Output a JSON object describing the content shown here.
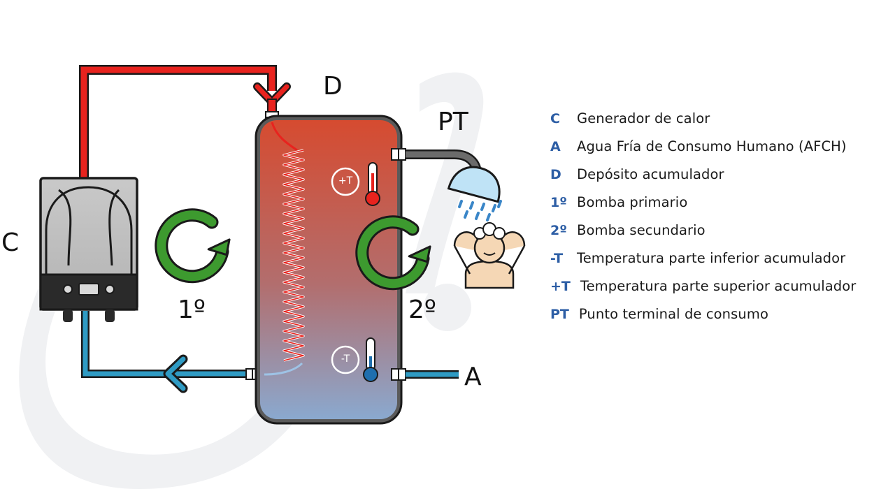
{
  "diagram": {
    "labels": {
      "c": "C",
      "d": "D",
      "pt": "PT",
      "a": "A",
      "pump_primary": "1º",
      "pump_secondary": "2º",
      "temp_upper": "+T",
      "temp_lower": "-T"
    },
    "icons": [
      "boiler-icon",
      "storage-tank-icon",
      "heating-coil-icon",
      "pump-primary-icon",
      "pump-secondary-icon",
      "thermometer-upper-icon",
      "thermometer-lower-icon",
      "shower-head-icon",
      "person-showering-icon",
      "flow-direction-arrow-icon"
    ],
    "colors": {
      "hot_pipe": "#e8231e",
      "cold_pipe": "#2f9bc4",
      "pump_arrow": "#3d9a2f",
      "legend_code": "#2d5ea5",
      "tank_top": "#d64b30",
      "tank_bottom": "#8aa9cf"
    }
  },
  "legend": [
    {
      "code": "C",
      "text": "Generador de calor"
    },
    {
      "code": "A",
      "text": "Agua Fría de Consumo Humano (AFCH)"
    },
    {
      "code": "D",
      "text": "Depósito acumulador"
    },
    {
      "code": "1º",
      "text": "Bomba primario"
    },
    {
      "code": "2º",
      "text": "Bomba secundario"
    },
    {
      "code": "-T",
      "text": "Temperatura parte inferior acumulador"
    },
    {
      "code": "+T",
      "text": "Temperatura parte superior acumulador"
    },
    {
      "code": "PT",
      "text": "Punto terminal de consumo"
    }
  ]
}
